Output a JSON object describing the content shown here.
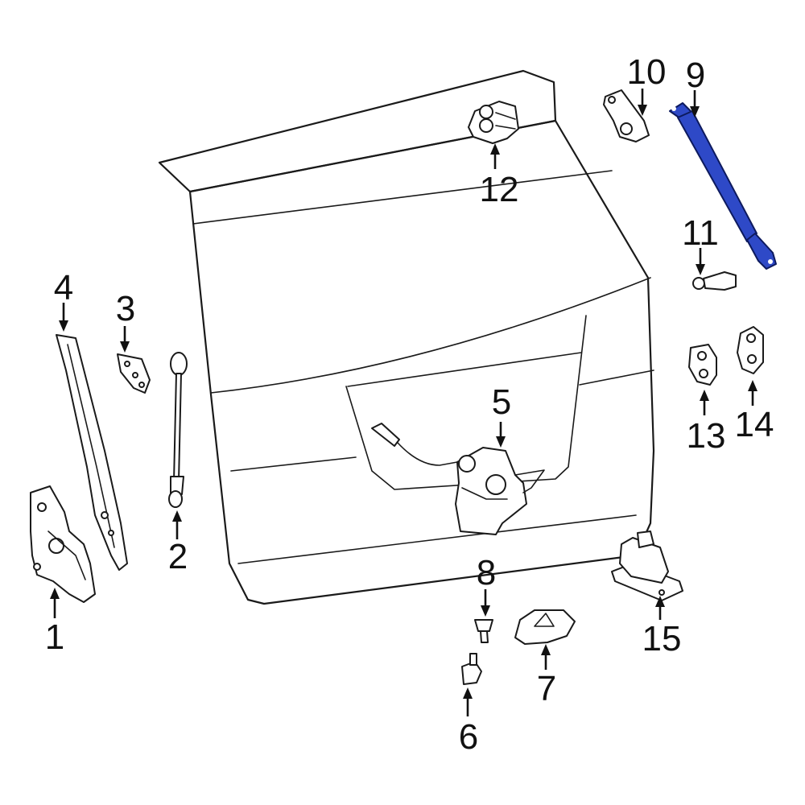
{
  "diagram": {
    "highlight_color": "#2e49c7",
    "callouts": [
      {
        "id": "1",
        "label": "1"
      },
      {
        "id": "2",
        "label": "2"
      },
      {
        "id": "3",
        "label": "3"
      },
      {
        "id": "4",
        "label": "4"
      },
      {
        "id": "5",
        "label": "5"
      },
      {
        "id": "6",
        "label": "6"
      },
      {
        "id": "7",
        "label": "7"
      },
      {
        "id": "8",
        "label": "8"
      },
      {
        "id": "9",
        "label": "9"
      },
      {
        "id": "10",
        "label": "10"
      },
      {
        "id": "11",
        "label": "11"
      },
      {
        "id": "12",
        "label": "12"
      },
      {
        "id": "13",
        "label": "13"
      },
      {
        "id": "14",
        "label": "14"
      },
      {
        "id": "15",
        "label": "15"
      }
    ]
  }
}
